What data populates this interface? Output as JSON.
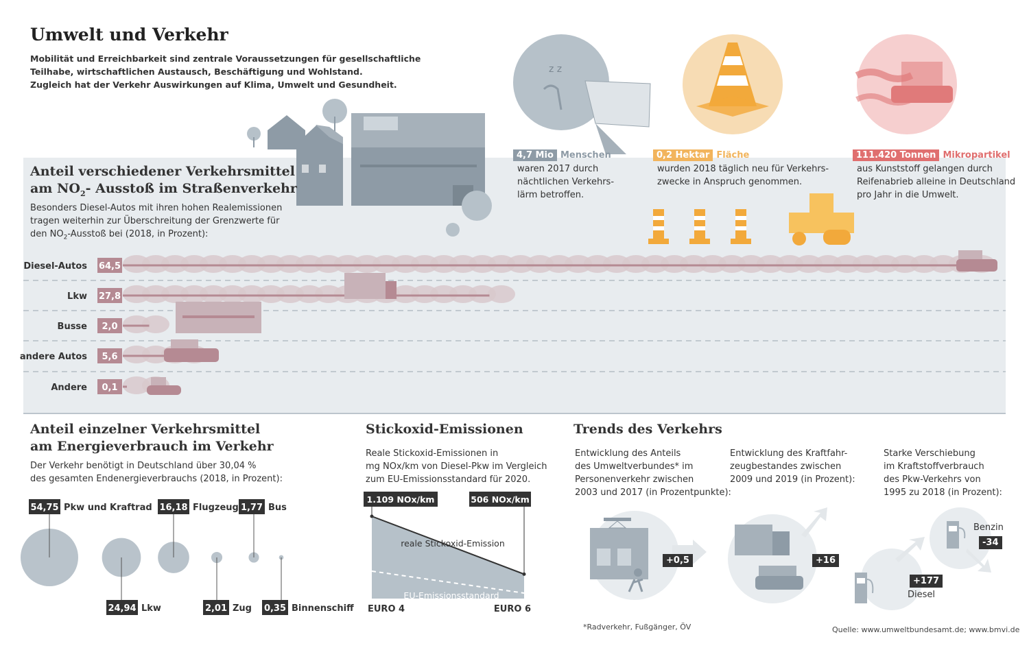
{
  "header": {
    "title": "Umwelt und Verkehr",
    "intro": [
      "Mobilität und Erreichbarkeit sind zentrale Voraussetzungen für gesellschaftliche",
      "Teilhabe, wirtschaftlichen Austausch, Beschäftigung und Wohlstand.",
      "Zugleich hat der Verkehr Auswirkungen auf Klima, Umwelt und Gesundheit."
    ]
  },
  "facts": [
    {
      "value": "4,7 Mio",
      "unit": "Menschen",
      "lines": [
        "waren 2017 durch",
        "nächtlichen Verkehrs-",
        "lärm betroffen."
      ],
      "color": "#8e9ba6"
    },
    {
      "value": "0,2 Hektar",
      "unit": "Fläche",
      "lines": [
        "wurden 2018 täglich neu für Verkehrs-",
        "zwecke in Anspruch genommen."
      ],
      "color": "#f2b45c"
    },
    {
      "value": "111.420 Tonnen",
      "unit": "Mikropartikel",
      "lines": [
        "aus Kunststoff gelangen durch",
        "Reifenabrieb alleine in Deutschland",
        "pro Jahr in die Umwelt."
      ],
      "color": "#e06f6f"
    }
  ],
  "no2": {
    "title_line1": "Anteil verschiedener Verkehrsmittel",
    "title_line2_pre": "am NO",
    "title_line2_sub": "2",
    "title_line2_post": "- Ausstoß im Straßenverkehr",
    "desc_line1": "Besonders Diesel-Autos mit ihren hohen Realemissionen",
    "desc_line2": "tragen weiterhin zur Überschreitung der Grenzwerte für",
    "desc_line3_pre": "den NO",
    "desc_line3_sub": "2",
    "desc_line3_post": "-Ausstoß bei (2018, in Prozent):"
  },
  "energy": {
    "title_line1": "Anteil einzelner Verkehrsmittel",
    "title_line2": "am Energieverbrauch im Verkehr",
    "desc": [
      "Der Verkehr benötigt  in Deutschland über 30,04 %",
      "des gesamten Endenergieverbrauchs (2018, in Prozent):"
    ]
  },
  "stickoxid": {
    "title": "Stickoxid-Emissionen",
    "desc": [
      "Reale Stickoxid-Emissionen in",
      "mg NOx/km von Diesel-Pkw im Vergleich",
      "zum EU-Emissionsstandard für 2020."
    ],
    "real_label": "reale Stickoxid-Emission",
    "eu_label": "EU-Emissionsstandard"
  },
  "trends": {
    "title": "Trends des Verkehrs",
    "items": [
      {
        "desc": [
          "Entwicklung des Anteils",
          "des Umweltverbundes* im",
          "Personenverkehr zwischen",
          "2003 und 2017 (in Prozentpunkte):"
        ],
        "value": "+0,5"
      },
      {
        "desc": [
          "Entwicklung des Kraftfahr-",
          "zeugbestandes zwischen",
          "2009 und 2019 (in Prozent):"
        ],
        "value": "+16"
      },
      {
        "desc": [
          "Starke Verschiebung",
          "im Kraftstoffverbrauch",
          "des Pkw-Verkehrs von",
          "1995 zu 2018 (in Prozent):"
        ],
        "benzin_label": "Benzin",
        "benzin_value": "-34",
        "diesel_label": "Diesel",
        "diesel_value": "+177"
      }
    ]
  },
  "footnote": "*Radverkehr, Fußgänger, ÖV",
  "source": "Quelle: www.umweltbundesamt.de; www.bmvi.de",
  "chart_data": [
    {
      "type": "bar",
      "title": "Anteil verschiedener Verkehrsmittel am NO2- Ausstoß im Straßenverkehr",
      "categories": [
        "Diesel-Autos",
        "Lkw",
        "Busse",
        "andere Autos",
        "Andere"
      ],
      "values": [
        64.5,
        27.8,
        2.0,
        5.6,
        0.1
      ],
      "value_labels": [
        "64,5",
        "27,8",
        "2,0",
        "5,6",
        "0,1"
      ],
      "color": "#b58a93"
    },
    {
      "type": "bubble",
      "title": "Anteil einzelner Verkehrsmittel am Energieverbrauch im Verkehr",
      "categories": [
        "Pkw und Kraftrad",
        "Lkw",
        "Flugzeug",
        "Zug",
        "Bus",
        "Binnenschiff"
      ],
      "values": [
        54.75,
        24.94,
        16.18,
        2.01,
        1.77,
        0.35
      ],
      "value_labels": [
        "54,75",
        "24,94",
        "16,18",
        "2,01",
        "1,77",
        "0,35"
      ],
      "color": "#b9c3cb"
    },
    {
      "type": "area",
      "title": "Stickoxid-Emissionen",
      "x": [
        "EURO 4",
        "EURO 6"
      ],
      "series": [
        {
          "name": "reale Stickoxid-Emission",
          "values": [
            1109,
            506
          ],
          "value_labels": [
            "1.109 NOx/km",
            "506 NOx/km"
          ]
        },
        {
          "name": "EU-Emissionsstandard",
          "values": [
            null,
            null
          ]
        }
      ]
    }
  ]
}
